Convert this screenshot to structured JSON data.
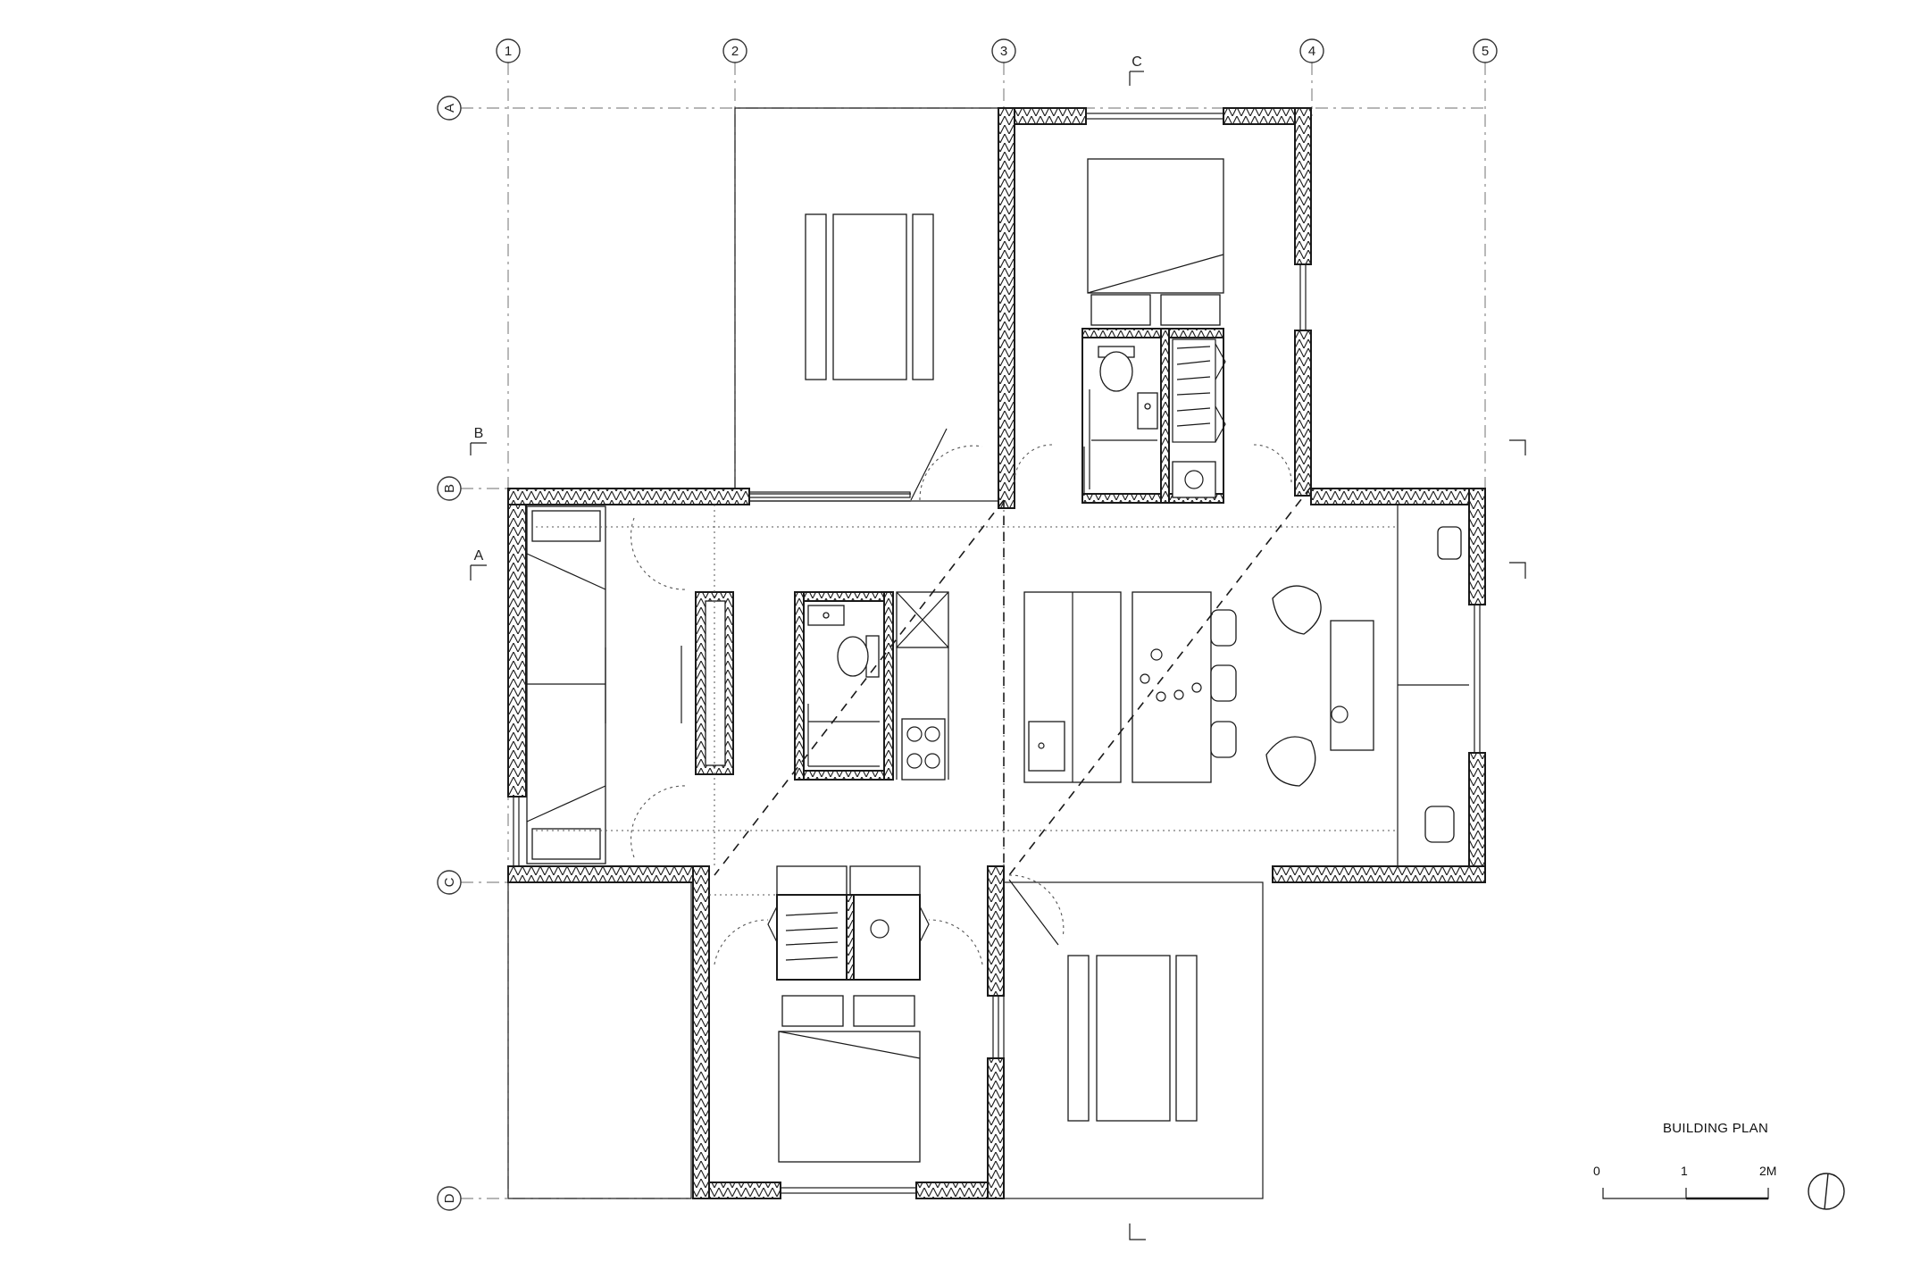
{
  "title": "BUILDING PLAN",
  "grid": {
    "columns": [
      "1",
      "2",
      "3",
      "4",
      "5"
    ],
    "rows": [
      "A",
      "B",
      "C",
      "D"
    ]
  },
  "section_markers": [
    "C",
    "B",
    "A"
  ],
  "scale_bar": {
    "labels": [
      "0",
      "1",
      "2M"
    ]
  },
  "icons": [
    "north-arrow-icon"
  ]
}
